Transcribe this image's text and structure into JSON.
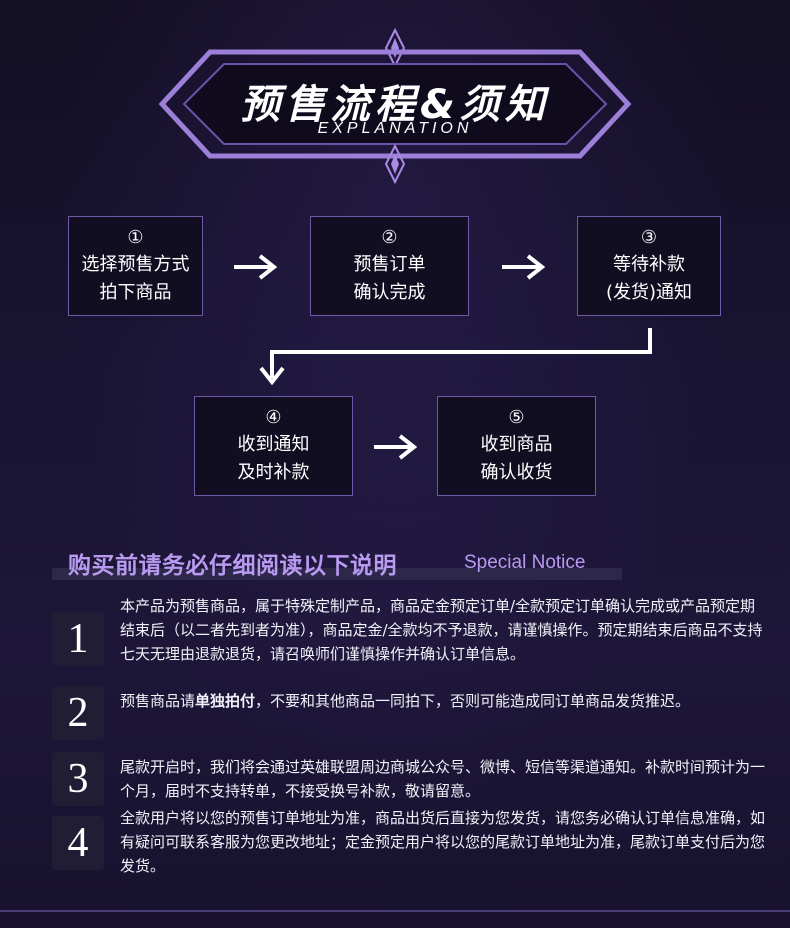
{
  "header": {
    "title": "预售流程&须知",
    "subtitle": "EXPLANATION"
  },
  "steps": [
    {
      "num": "①",
      "line1": "选择预售方式",
      "line2": "拍下商品"
    },
    {
      "num": "②",
      "line1": "预售订单",
      "line2": "确认完成"
    },
    {
      "num": "③",
      "line1": "等待补款",
      "line2": "(发货)通知"
    },
    {
      "num": "④",
      "line1": "收到通知",
      "line2": "及时补款"
    },
    {
      "num": "⑤",
      "line1": "收到商品",
      "line2": "确认收货"
    }
  ],
  "notice": {
    "title": "购买前请务必仔细阅读以下说明",
    "subtitle": "Special Notice",
    "items": [
      {
        "num": "1",
        "text": "本产品为预售商品，属于特殊定制产品，商品定金预定订单/全款预定订单确认完成或产品预定期结束后（以二者先到者为准），商品定金/全款均不予退款，请谨慎操作。预定期结束后商品不支持七天无理由退款退货，请召唤师们谨慎操作并确认订单信息。"
      },
      {
        "num": "2",
        "text_pre": "预售商品请",
        "text_bold": "单独拍付",
        "text_post": "，不要和其他商品一同拍下，否则可能造成同订单商品发货推迟。"
      },
      {
        "num": "3",
        "text": "尾款开启时，我们将会通过英雄联盟周边商城公众号、微博、短信等渠道通知。补款时间预计为一个月，届时不支持转单，不接受换号补款，敬请留意。"
      },
      {
        "num": "4",
        "text": "全款用户将以您的预售订单地址为准，商品出货后直接为您发货，请您务必确认订单信息准确，如有疑问可联系客服为您更改地址；定金预定用户将以您的尾款订单地址为准，尾款订单支付后为您发货。"
      }
    ]
  },
  "colors": {
    "accent": "#b99af1",
    "frame": "#9b7fd8",
    "background": "#181230"
  }
}
